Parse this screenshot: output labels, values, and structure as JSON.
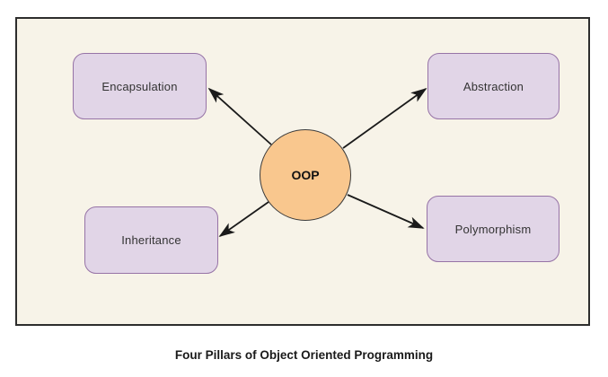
{
  "colors": {
    "page-bg": "#ffffff",
    "panel-bg": "#f7f3e8",
    "panel-border": "#2d2d2d",
    "node-fill": "#e1d5e7",
    "node-border": "#9673a6",
    "node-text": "#333333",
    "center-fill": "#f9c78e",
    "center-border": "#3b3b3b",
    "arrow": "#1a1a1a",
    "caption-text": "#1a1a1a"
  },
  "diagram": {
    "center": {
      "label": "OOP"
    },
    "nodes": [
      {
        "label": "Encapsulation",
        "position": "top-left"
      },
      {
        "label": "Abstraction",
        "position": "top-right"
      },
      {
        "label": "Inheritance",
        "position": "bottom-left"
      },
      {
        "label": "Polymorphism",
        "position": "bottom-right"
      }
    ],
    "edges": [
      {
        "from": "OOP",
        "to": "Encapsulation"
      },
      {
        "from": "OOP",
        "to": "Abstraction"
      },
      {
        "from": "OOP",
        "to": "Inheritance"
      },
      {
        "from": "OOP",
        "to": "Polymorphism"
      }
    ]
  },
  "caption": "Four Pillars of Object Oriented Programming"
}
